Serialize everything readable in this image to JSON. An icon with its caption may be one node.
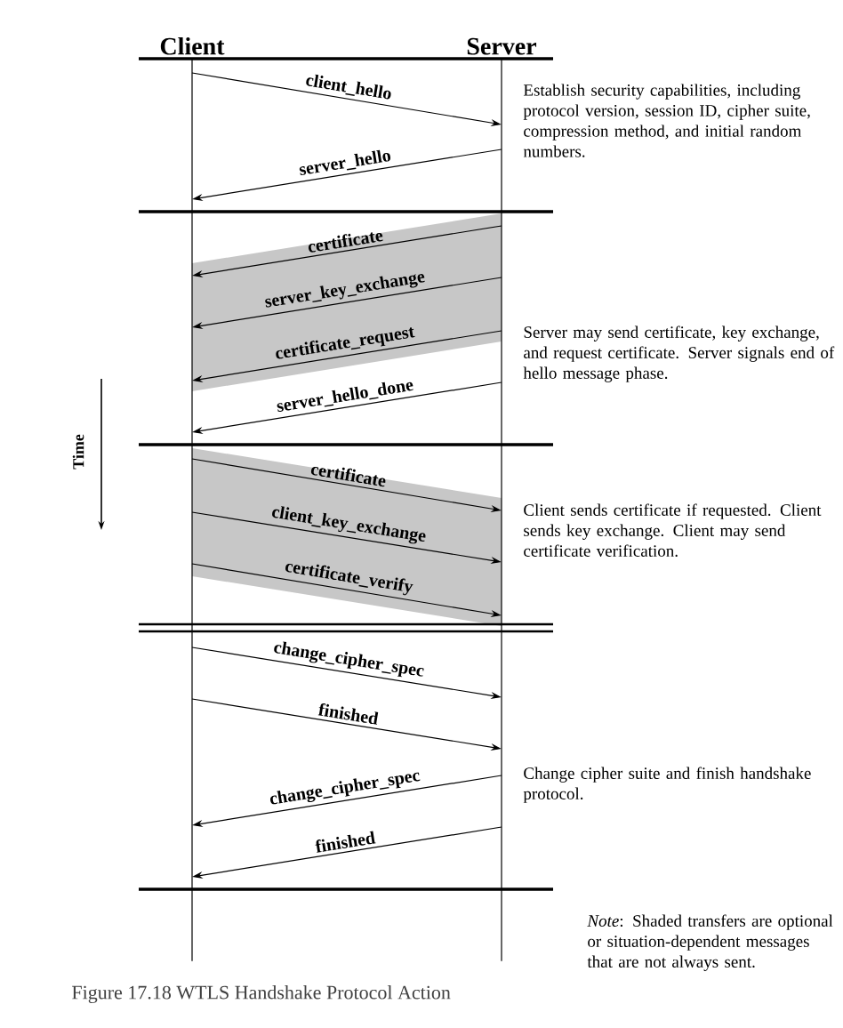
{
  "diagram": {
    "caption": "Figure 17.18 WTLS Handshake Protocol Action",
    "nodes": [
      {
        "text": [
          "Client"
        ]
      },
      {
        "text": [
          "Server"
        ]
      }
    ],
    "edges": [
      {
        "from": 0,
        "to": 1,
        "arrow": "to",
        "label": "client_hello"
      },
      {
        "from": 1,
        "to": 0,
        "arrow": "to",
        "label": "server_hello"
      },
      {
        "from": 1,
        "to": 0,
        "arrow": "to",
        "label": "certificate"
      },
      {
        "from": 1,
        "to": 0,
        "arrow": "to",
        "label": "server_key_exchange"
      },
      {
        "from": 1,
        "to": 0,
        "arrow": "to",
        "label": "certificate_request"
      },
      {
        "from": 1,
        "to": 0,
        "arrow": "to",
        "label": "server_hello_done"
      },
      {
        "from": 0,
        "to": 1,
        "arrow": "to",
        "label": "certificate"
      },
      {
        "from": 0,
        "to": 1,
        "arrow": "to",
        "label": "client_key_exchange"
      },
      {
        "from": 0,
        "to": 1,
        "arrow": "to",
        "label": "certificate_verify"
      },
      {
        "from": 0,
        "to": 1,
        "arrow": "to",
        "label": "change_cipher_spec"
      },
      {
        "from": 0,
        "to": 1,
        "arrow": "to",
        "label": "finished"
      },
      {
        "from": 1,
        "to": 0,
        "arrow": "to",
        "label": "change_cipher_spec"
      },
      {
        "from": 1,
        "to": 0,
        "arrow": "to",
        "label": "finished"
      }
    ],
    "labels": [
      "Establish security capabilities, including protocol version, session ID, cipher suite, compression method, and initial random numbers.",
      "Server may send certificate, key exchange, and request certificate. Server signals end of hello message phase.",
      "Time",
      "Client sends certificate if requested. Client sends key exchange. Client may send certificate verification.",
      "Change cipher suite and finish handshake protocol.",
      "*Note*: Shaded transfers are optional or situation-dependent messages that are not always sent."
    ]
  }
}
